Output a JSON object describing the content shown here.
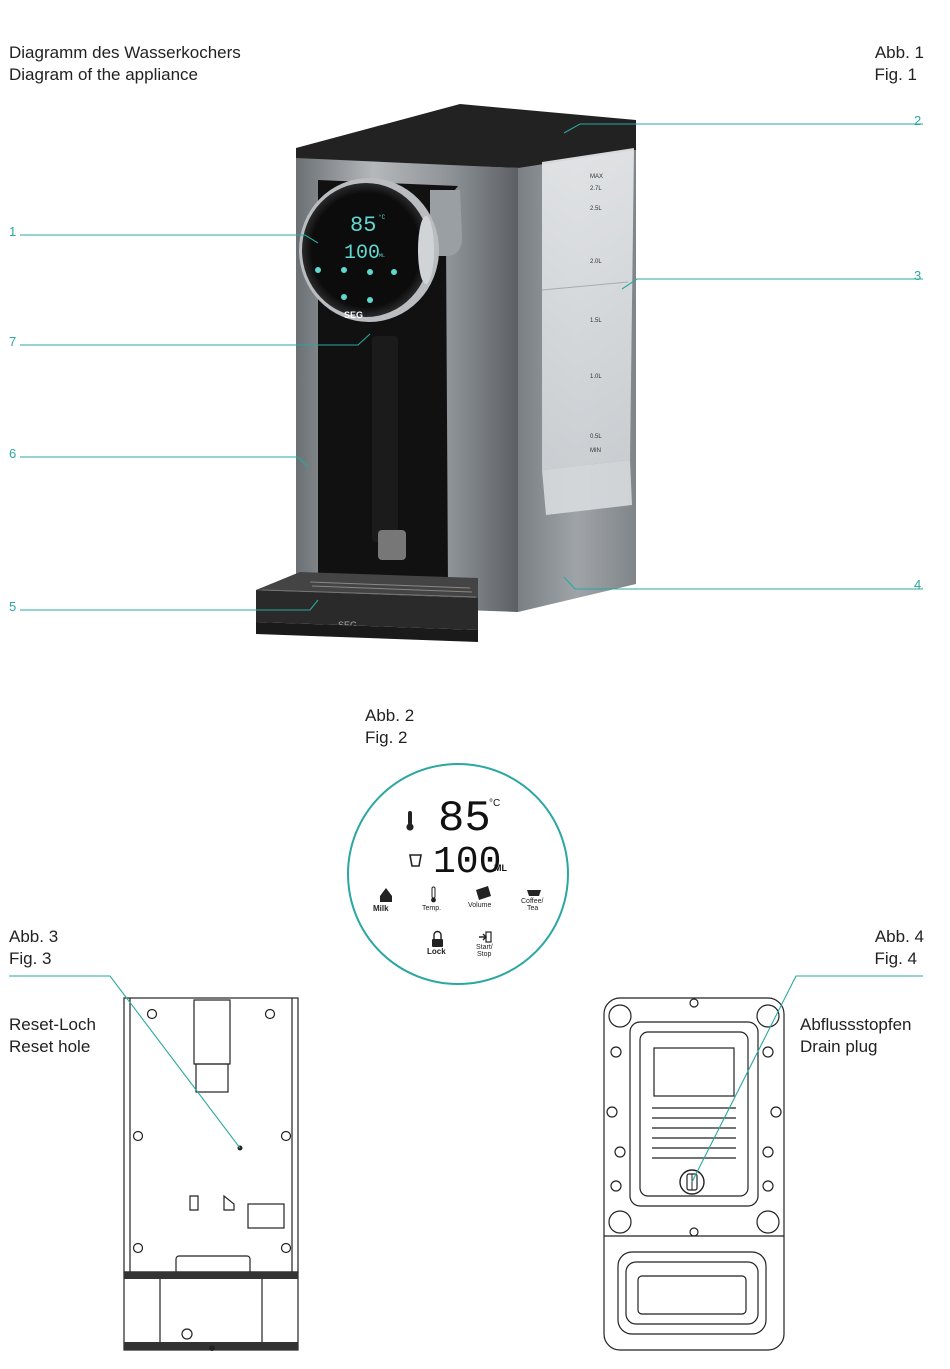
{
  "fig1": {
    "title_de": "Diagramm des Wasserkochers",
    "title_en": "Diagram of the appliance",
    "label_de": "Abb. 1",
    "label_en": "Fig. 1",
    "callouts": [
      "1",
      "2",
      "3",
      "4",
      "5",
      "6",
      "7"
    ],
    "brand": "SEG",
    "scale": [
      "MAX",
      "2.7L",
      "2.5L",
      "2.0L",
      "1.5L",
      "1.0L",
      "0.5L",
      "MIN"
    ]
  },
  "fig2": {
    "label_de": "Abb. 2",
    "label_en": "Fig. 2",
    "temp_value": "85",
    "temp_unit": "°C",
    "volume_value": "100",
    "volume_unit": "ML",
    "buttons": [
      "Milk",
      "Temp.",
      "Volume",
      "Coffee/",
      "Tea",
      "Lock",
      "Start/",
      "Stop"
    ]
  },
  "fig3": {
    "label_de": "Abb. 3",
    "label_en": "Fig. 3",
    "part_de": "Reset-Loch",
    "part_en": "Reset hole"
  },
  "fig4": {
    "label_de": "Abb. 4",
    "label_en": "Fig. 4",
    "part_de": "Abflussstopfen",
    "part_en": "Drain plug"
  },
  "colors": {
    "accent": "#2aa7a0",
    "display": "#5fd8d0",
    "body": "#8f9498",
    "dark": "#1e1e1e"
  }
}
